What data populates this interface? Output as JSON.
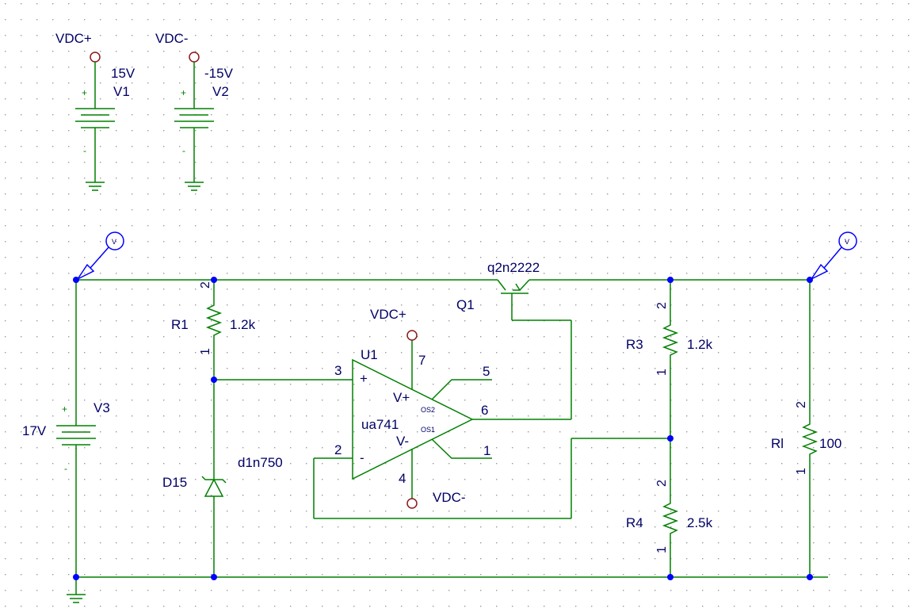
{
  "sources": {
    "v1": {
      "net": "VDC+",
      "value": "15V",
      "ref": "V1",
      "plus": "+",
      "minus": "-"
    },
    "v2": {
      "net": "VDC-",
      "value": "-15V",
      "ref": "V2",
      "plus": "+",
      "minus": "-"
    },
    "v3": {
      "value": "17V",
      "ref": "V3",
      "plus": "+",
      "minus": "-"
    }
  },
  "resistors": {
    "r1": {
      "ref": "R1",
      "value": "1.2k",
      "pin_top": "2",
      "pin_bottom": "1"
    },
    "r3": {
      "ref": "R3",
      "value": "1.2k",
      "pin_top": "2",
      "pin_bottom": "1"
    },
    "r4": {
      "ref": "R4",
      "value": "2.5k",
      "pin_top": "2",
      "pin_bottom": "1"
    },
    "rl": {
      "ref": "Rl",
      "value": "100",
      "pin_top": "2",
      "pin_bottom": "1"
    }
  },
  "diode": {
    "ref": "D15",
    "model": "d1n750"
  },
  "transistor": {
    "ref": "Q1",
    "model": "q2n2222"
  },
  "opamp": {
    "ref": "U1",
    "model": "ua741",
    "vplus_label": "V+",
    "vminus_label": "V-",
    "os2": "OS2",
    "os1": "OS1",
    "in_plus": "+",
    "in_minus": "-",
    "pin3": "3",
    "pin2": "2",
    "pin7": "7",
    "pin4": "4",
    "pin5": "5",
    "pin6": "6",
    "pin1": "1",
    "supply_pos": "VDC+",
    "supply_neg": "VDC-"
  },
  "probes": {
    "symbol": "V"
  }
}
